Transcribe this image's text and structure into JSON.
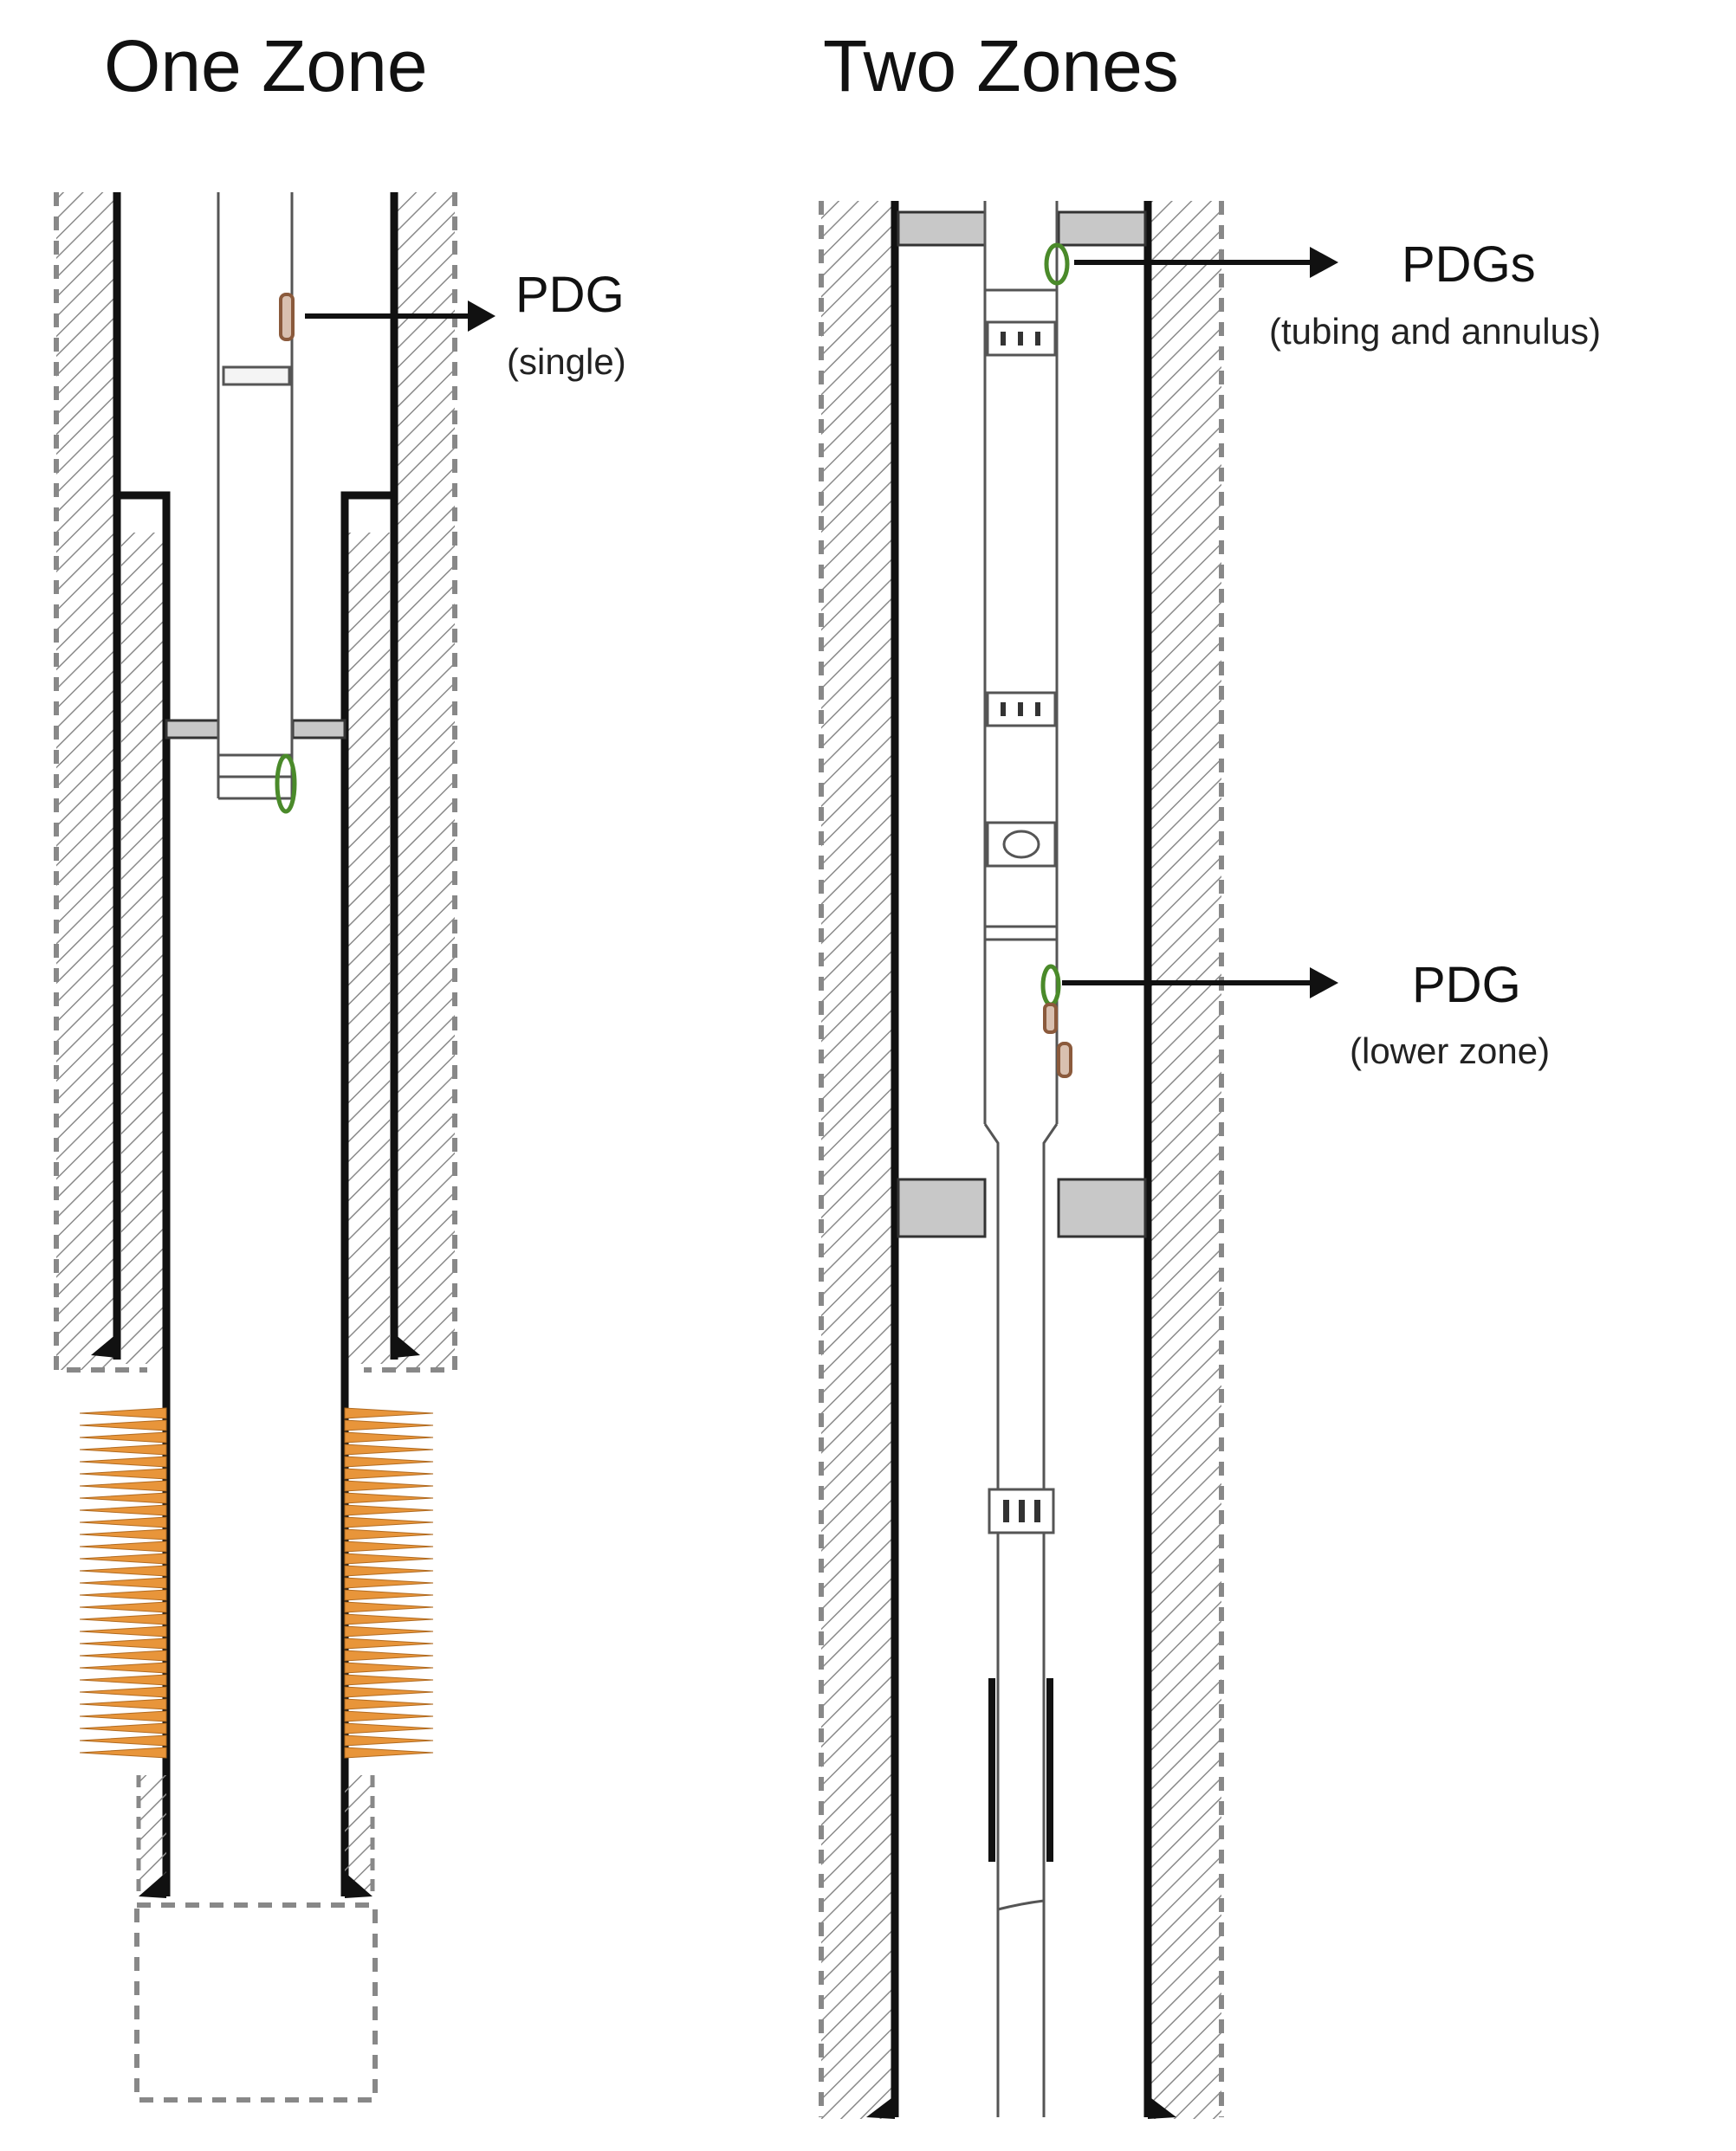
{
  "titles": {
    "left": "One Zone",
    "right": "Two Zones"
  },
  "labels": {
    "pdg_single": {
      "main": "PDG",
      "sub": "(single)"
    },
    "pdgs_top": {
      "main": "PDGs",
      "sub": "(tubing and annulus)"
    },
    "pdg_lower": {
      "main": "PDG",
      "sub": "(lower zone)"
    }
  },
  "colors": {
    "line": "#111111",
    "hatch": "#888888",
    "packer": "#c8c8c8",
    "gauge_green": "#4a8a2a",
    "gauge_brown": "#8b5a3c",
    "perforation": "#e8953a"
  }
}
